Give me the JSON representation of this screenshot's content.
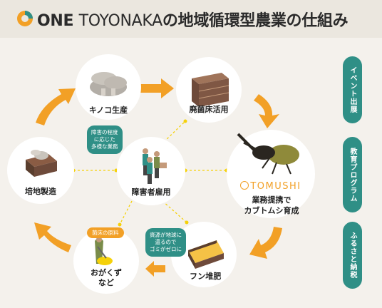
{
  "header": {
    "brand_one": "ONE",
    "brand_toyonaka": "TOYONAKA",
    "title_rest": "の地域循環型農業の仕組み"
  },
  "nodes": {
    "mushroom": "キノコ生産",
    "spent_bed": "廃菌床活用",
    "beetle": "業務提携で\nカブトムシ育成",
    "fertilizer": "フン堆肥",
    "material": "おがくず\nなど",
    "substrate": "培地製造",
    "employment": "障害者雇用"
  },
  "tomushi_logo": "TOMUSHI",
  "callouts": {
    "disability": "障害の程度\nに応じた\n多様な業務",
    "resources": "資源が地球に\n還るので\nゴミがゼロに"
  },
  "tag": "菌床の原料",
  "side_pills": [
    "イベント出展",
    "教育プログラム",
    "ふるさと納税"
  ],
  "colors": {
    "accent_orange": "#f2a026",
    "teal": "#2f8f86",
    "yellow": "#f5d10a"
  }
}
